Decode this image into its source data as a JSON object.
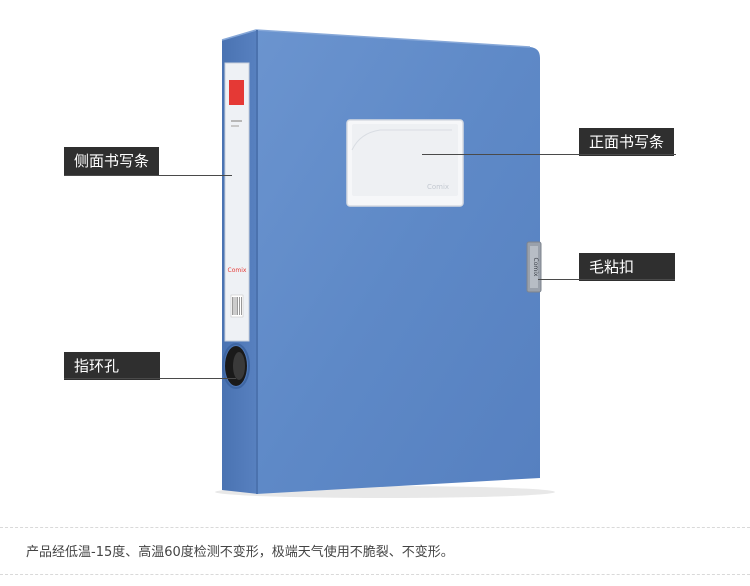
{
  "labels": {
    "spine_label": "侧面书写条",
    "front_label": "正面书写条",
    "velcro": "毛粘扣",
    "finger_hole": "指环孔"
  },
  "caption": "产品经低温-15度、高温60度检测不变形，极端天气使用不脆裂、不变形。",
  "product": {
    "brand": "Comix",
    "color_main": "#5d86c4",
    "color_spine": "#4f77b5"
  }
}
